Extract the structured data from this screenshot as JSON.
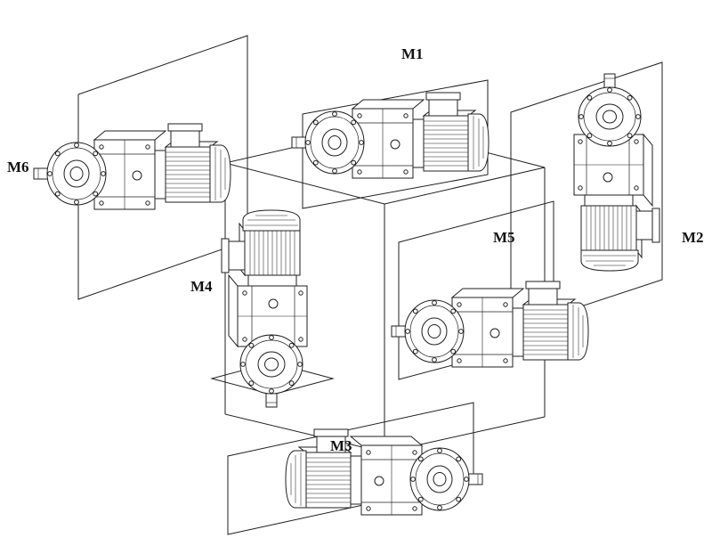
{
  "diagram": {
    "background_color": "#ffffff",
    "line_color": "#1f1f1f",
    "label_color": "#111111",
    "labels": {
      "m1": "M1",
      "m2": "M2",
      "m3": "M3",
      "m4": "M4",
      "m5": "M5",
      "m6": "M6"
    }
  }
}
